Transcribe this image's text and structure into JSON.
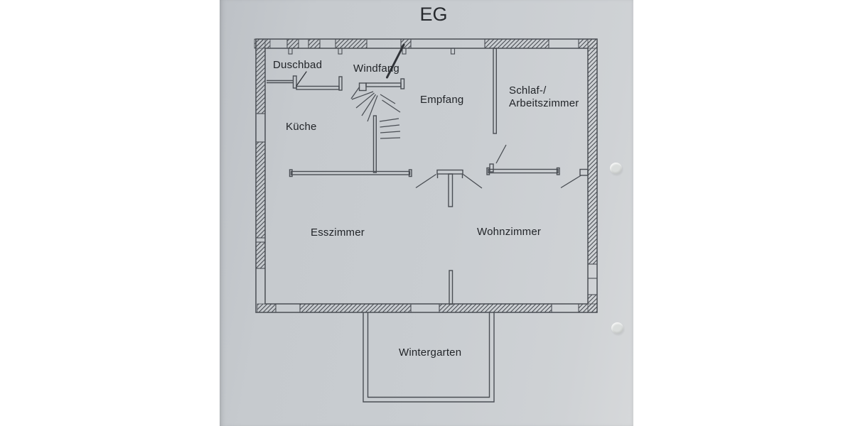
{
  "page": {
    "title": "EG"
  },
  "style": {
    "paper_color": "#c9cdd1",
    "line_color": "#4a4e54",
    "text_color": "#222529"
  },
  "rooms": {
    "duschbad": "Duschbad",
    "windfang": "Windfang",
    "empfang": "Empfang",
    "schlaf_line1": "Schlaf-/",
    "schlaf_line2": "Arbeitszimmer",
    "kueche": "Küche",
    "esszimmer": "Esszimmer",
    "wohnzimmer": "Wohnzimmer",
    "wintergarten": "Wintergarten"
  }
}
